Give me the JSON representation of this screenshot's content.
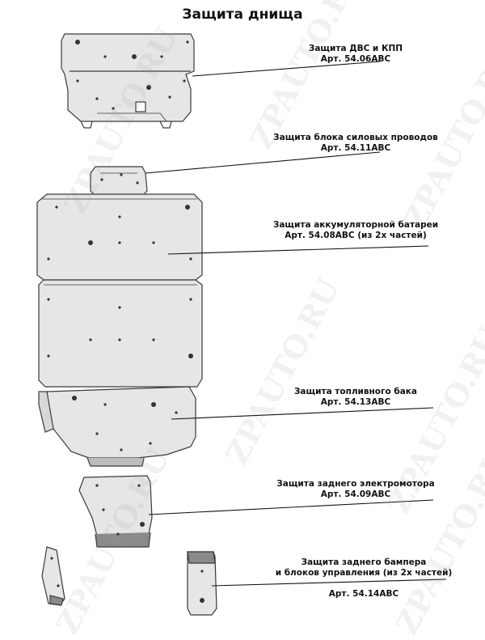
{
  "title": "Защита днища",
  "watermark": "ZPAUTO.RU",
  "colors": {
    "part_fill": "#e6e6e6",
    "part_stroke": "#3a3a3a",
    "part_dark": "#8a8a8a",
    "leader": "#111111"
  },
  "parts": [
    {
      "name": "Защита ДВС и КПП",
      "article": "Арт. 54.06ABC"
    },
    {
      "name": "Защита блока силовых проводов",
      "article": "Арт. 54.11ABC"
    },
    {
      "name": "Защита аккумуляторной батареи",
      "article": "Арт. 54.08ABC (из 2х частей)"
    },
    {
      "name": "Защита топливного бака",
      "article": "Арт. 54.13ABC"
    },
    {
      "name": "Защита заднего электромотора",
      "article": "Арт. 54.09ABC"
    },
    {
      "name": "Защита заднего бампера\nи блоков управления (из 2х частей)",
      "article": "Арт. 54.14ABC"
    }
  ]
}
